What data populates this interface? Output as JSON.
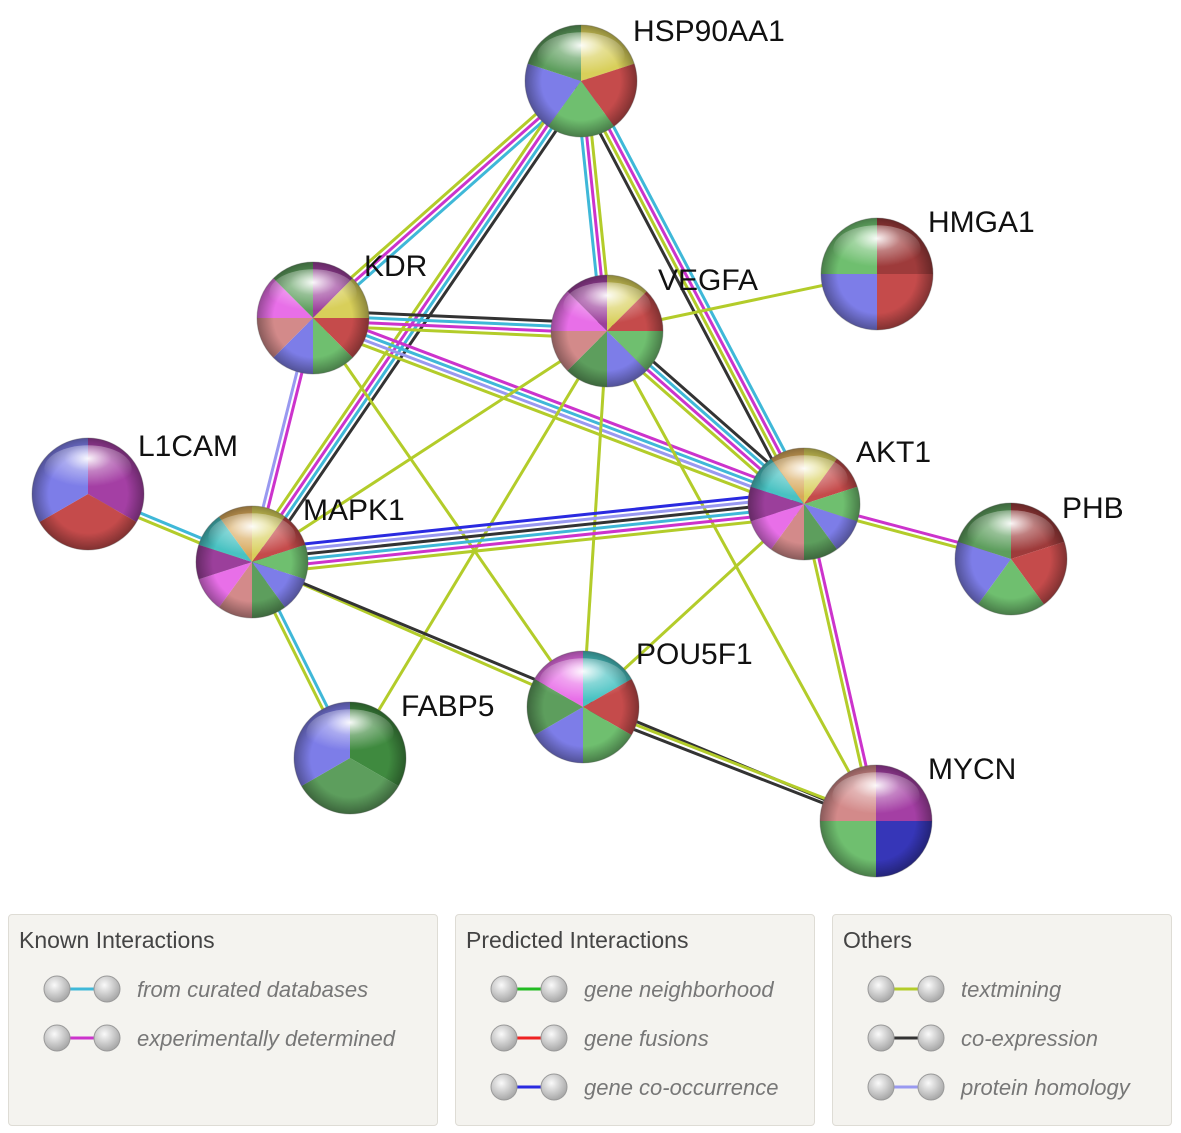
{
  "network": {
    "nodes": [
      {
        "id": "HSP90AA1",
        "label": "HSP90AA1",
        "colors": [
          "#d8cf5a",
          "#c54b4b",
          "#6fbf6f",
          "#7d7de8",
          "#5d9e5d"
        ]
      },
      {
        "id": "KDR",
        "label": "KDR",
        "colors": [
          "#9b3f9b",
          "#d8cf5a",
          "#c54b4b",
          "#6fbf6f",
          "#7d7de8",
          "#d38a8a",
          "#e86fe8",
          "#5d9e5d"
        ]
      },
      {
        "id": "VEGFA",
        "label": "VEGFA",
        "colors": [
          "#d8cf5a",
          "#c54b4b",
          "#6fbf6f",
          "#7d7de8",
          "#5d9e5d",
          "#d38a8a",
          "#e86fe8",
          "#9b3f9b"
        ]
      },
      {
        "id": "HMGA1",
        "label": "HMGA1",
        "colors": [
          "#9e3b3b",
          "#c54b4b",
          "#7d7de8",
          "#6fbf6f"
        ]
      },
      {
        "id": "L1CAM",
        "label": "L1CAM",
        "colors": [
          "#a43fa4",
          "#c54b4b",
          "#7d7de8"
        ]
      },
      {
        "id": "MAPK1",
        "label": "MAPK1",
        "colors": [
          "#d8cf5a",
          "#c54b4b",
          "#6fbf6f",
          "#7d7de8",
          "#5d9e5d",
          "#d38a8a",
          "#e86fe8",
          "#9b3f9b",
          "#48c2c2",
          "#d8a85a"
        ]
      },
      {
        "id": "AKT1",
        "label": "AKT1",
        "colors": [
          "#d8cf5a",
          "#c54b4b",
          "#6fbf6f",
          "#7d7de8",
          "#5d9e5d",
          "#d38a8a",
          "#e86fe8",
          "#9b3f9b",
          "#48c2c2",
          "#d8a85a"
        ]
      },
      {
        "id": "PHB",
        "label": "PHB",
        "colors": [
          "#9e3b3b",
          "#c54b4b",
          "#6fbf6f",
          "#7d7de8",
          "#5d9e5d"
        ]
      },
      {
        "id": "POU5F1",
        "label": "POU5F1",
        "colors": [
          "#48c2c2",
          "#c54b4b",
          "#6fbf6f",
          "#7d7de8",
          "#5d9e5d",
          "#e86fe8"
        ]
      },
      {
        "id": "FABP5",
        "label": "FABP5",
        "colors": [
          "#3f8a3f",
          "#5d9e5d",
          "#7d7de8"
        ]
      },
      {
        "id": "MYCN",
        "label": "MYCN",
        "colors": [
          "#a43fa4",
          "#3636b8",
          "#6fbf6f",
          "#d38a8a"
        ]
      }
    ],
    "edges": [
      {
        "from": "HSP90AA1",
        "to": "KDR",
        "types": [
          "curated",
          "experimental",
          "textmining"
        ]
      },
      {
        "from": "HSP90AA1",
        "to": "MAPK1",
        "types": [
          "coexpression",
          "curated",
          "experimental",
          "textmining"
        ]
      },
      {
        "from": "HSP90AA1",
        "to": "VEGFA",
        "types": [
          "textmining",
          "experimental",
          "curated"
        ]
      },
      {
        "from": "HSP90AA1",
        "to": "AKT1",
        "types": [
          "curated",
          "experimental",
          "textmining",
          "coexpression"
        ]
      },
      {
        "from": "KDR",
        "to": "VEGFA",
        "types": [
          "coexpression",
          "curated",
          "experimental",
          "textmining"
        ]
      },
      {
        "from": "KDR",
        "to": "MAPK1",
        "types": [
          "experimental",
          "homology"
        ]
      },
      {
        "from": "KDR",
        "to": "AKT1",
        "types": [
          "experimental",
          "curated",
          "homology",
          "textmining"
        ]
      },
      {
        "from": "KDR",
        "to": "POU5F1",
        "types": [
          "textmining"
        ]
      },
      {
        "from": "VEGFA",
        "to": "HMGA1",
        "types": [
          "textmining"
        ]
      },
      {
        "from": "VEGFA",
        "to": "AKT1",
        "types": [
          "coexpression",
          "curated",
          "experimental",
          "textmining"
        ]
      },
      {
        "from": "VEGFA",
        "to": "MAPK1",
        "types": [
          "textmining"
        ]
      },
      {
        "from": "VEGFA",
        "to": "POU5F1",
        "types": [
          "textmining"
        ]
      },
      {
        "from": "VEGFA",
        "to": "FABP5",
        "types": [
          "textmining"
        ]
      },
      {
        "from": "VEGFA",
        "to": "MYCN",
        "types": [
          "textmining"
        ]
      },
      {
        "from": "L1CAM",
        "to": "MAPK1",
        "types": [
          "curated",
          "textmining"
        ]
      },
      {
        "from": "MAPK1",
        "to": "AKT1",
        "types": [
          "cooccurrence",
          "homology",
          "coexpression",
          "curated",
          "experimental",
          "textmining"
        ]
      },
      {
        "from": "MAPK1",
        "to": "POU5F1",
        "types": [
          "textmining"
        ]
      },
      {
        "from": "MAPK1",
        "to": "FABP5",
        "types": [
          "curated",
          "textmining"
        ]
      },
      {
        "from": "MAPK1",
        "to": "MYCN",
        "types": [
          "coexpression"
        ]
      },
      {
        "from": "AKT1",
        "to": "PHB",
        "types": [
          "experimental",
          "textmining"
        ]
      },
      {
        "from": "AKT1",
        "to": "POU5F1",
        "types": [
          "textmining"
        ]
      },
      {
        "from": "AKT1",
        "to": "MYCN",
        "types": [
          "experimental",
          "textmining"
        ]
      },
      {
        "from": "POU5F1",
        "to": "MYCN",
        "types": [
          "textmining",
          "coexpression"
        ]
      }
    ]
  },
  "edge_colors": {
    "curated": "#3fb8d8",
    "experimental": "#cc33cc",
    "neighborhood": "#22bb22",
    "fusion": "#ee2222",
    "cooccurrence": "#2a2ae0",
    "textmining": "#b3cc2a",
    "coexpression": "#333333",
    "homology": "#9999f0"
  },
  "legend": [
    {
      "title": "Known Interactions",
      "items": [
        {
          "type": "curated",
          "label": "from curated databases"
        },
        {
          "type": "experimental",
          "label": "experimentally determined"
        }
      ]
    },
    {
      "title": "Predicted Interactions",
      "items": [
        {
          "type": "neighborhood",
          "label": "gene neighborhood"
        },
        {
          "type": "fusion",
          "label": "gene fusions"
        },
        {
          "type": "cooccurrence",
          "label": "gene co-occurrence"
        }
      ]
    },
    {
      "title": "Others",
      "items": [
        {
          "type": "textmining",
          "label": "textmining"
        },
        {
          "type": "coexpression",
          "label": "co-expression"
        },
        {
          "type": "homology",
          "label": "protein homology"
        }
      ]
    }
  ]
}
